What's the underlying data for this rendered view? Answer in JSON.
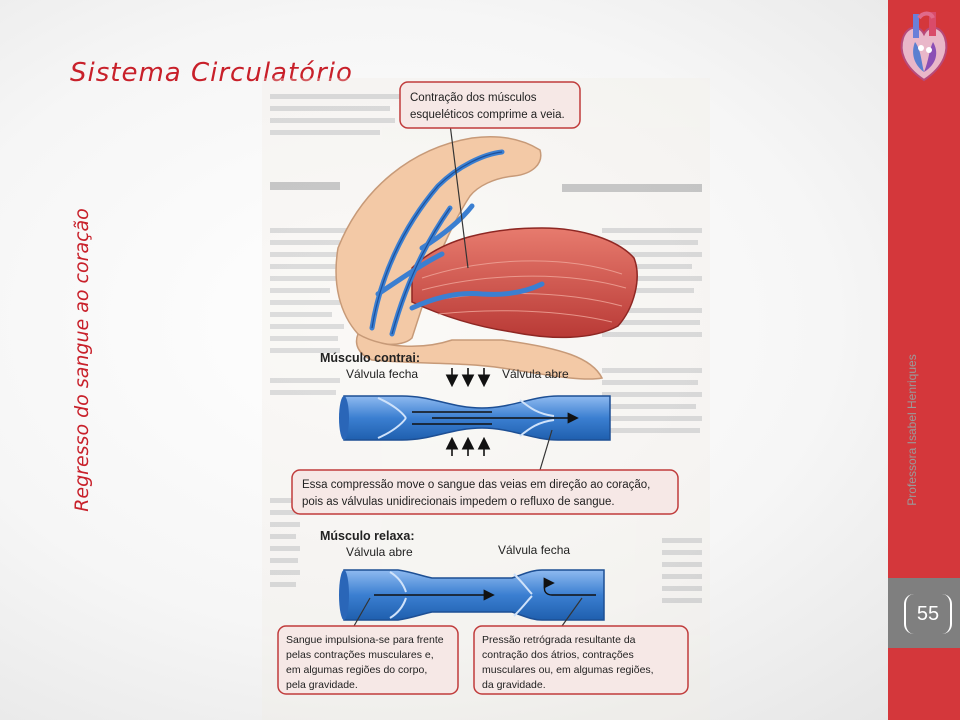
{
  "slide": {
    "title": "Sistema Circulatório",
    "subtitle": "Regresso do sangue ao coração",
    "author": "Professora Isabel Henriques",
    "page_number": "55"
  },
  "figure": {
    "callout_top": [
      "Contração dos músculos",
      "esqueléticos comprime a veia."
    ],
    "contract_heading": "Músculo contrai:",
    "valve_closes_1": "Válvula fecha",
    "valve_opens_1": "Válvula abre",
    "callout_middle": [
      "Essa compressão move o sangue das veias em direção ao coração,",
      "pois as válvulas unidirecionais impedem o refluxo de sangue."
    ],
    "relax_heading": "Músculo relaxa:",
    "valve_opens_2": "Válvula abre",
    "valve_closes_2": "Válvula fecha",
    "callout_bottom_left": [
      "Sangue impulsiona-se para frente",
      "pelas contrações musculares e,",
      "em algumas regiões do corpo,",
      "pela gravidade."
    ],
    "callout_bottom_right": [
      "Pressão retrógrada resultante da",
      "contração dos átrios, contrações",
      "musculares ou, em algumas regiões,",
      "da gravidade."
    ]
  },
  "colors": {
    "accent": "#d4373b",
    "title": "#c8202a",
    "vein": "#3b7fd1",
    "muscle": "#d9574f"
  },
  "icons": [
    "heart-icon"
  ]
}
